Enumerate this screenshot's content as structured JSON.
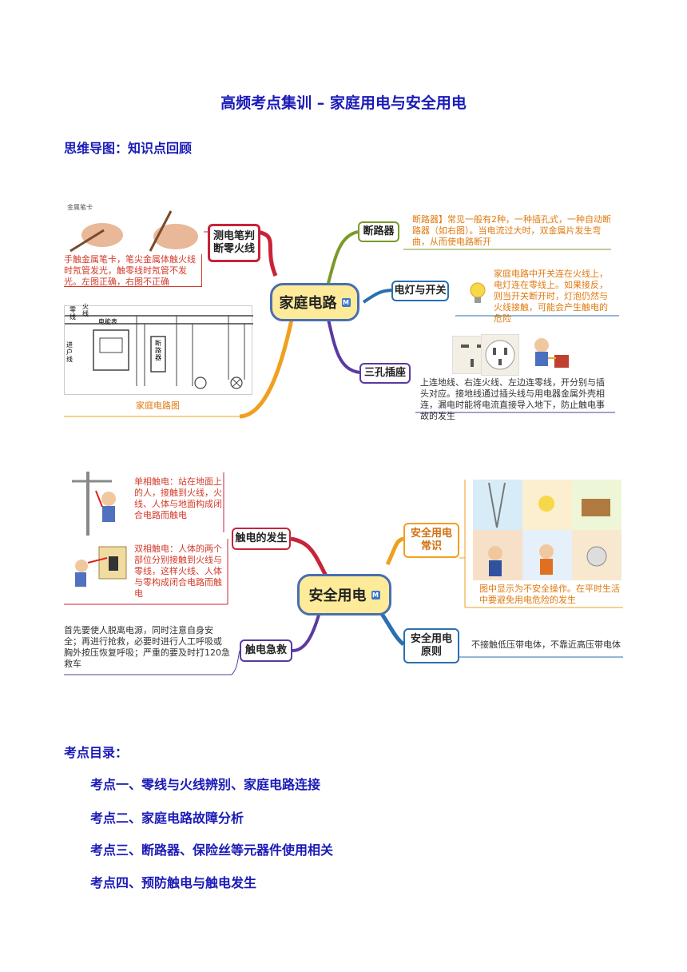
{
  "title": "高频考点集训 – 家庭用电与安全用电",
  "mindmap_heading": "思维导图：知识点回顾",
  "map1": {
    "center": "家庭电路",
    "badge": "M",
    "test_pen": {
      "label_line1": "测电笔判",
      "label_line2": "断零火线",
      "pen_caption": "金属笔卡",
      "note": "手触金属笔卡，笔尖金属体触火线时氖管发光，触零线时氖管不发光。左图正确，右图不正确"
    },
    "circuit": {
      "caption": "家庭电路图",
      "label_neutral": "零线",
      "label_live": "火线",
      "label_meter": "电能表",
      "label_inlet": "进户线",
      "label_breaker": "断路器"
    },
    "breaker": {
      "label": "断路器",
      "note": "断路器】常见一般有2种，一种插孔式，一种自动断路器（如右图）。当电流过大时，双金属片发生弯曲，从而使电路断开"
    },
    "lamp": {
      "label": "电灯与开关",
      "note": "家庭电路中开关连在火线上，电灯连在零线上。如果接反，则当开关断开时，灯泡仍然与火线接触，可能会产生触电的危险"
    },
    "socket": {
      "label": "三孔插座",
      "note": "上连地线、右连火线、左边连零线，开分别与插头对应。接地线通过插头线与用电器金属外壳相连，漏电时能将电流直接导入地下，防止触电事故的发生"
    }
  },
  "map2": {
    "center": "安全用电",
    "badge": "M",
    "shock": {
      "label": "触电的发生",
      "single": "单相触电：站在地面上的人，接触到火线，火线、人体与地面构成闭合电路而触电",
      "double": "双相触电：人体的两个部位分别接触到火线与零线，这样火线、人体与零构成闭合电路而触电"
    },
    "rescue": {
      "label": "触电急救",
      "note": "首先要使人脱离电源，同时注意自身安全；再进行抢救，必要时进行人工呼吸或胸外按压恢复呼吸；严重的要及时打120急救车"
    },
    "common": {
      "label_line1": "安全用电",
      "label_line2": "常识",
      "note": "图中显示为不安全操作。在平时生活中要避免用电危险的发生"
    },
    "principle": {
      "label_line1": "安全用电",
      "label_line2": "原则",
      "note": "不接触低压带电体，不靠近高压带电体"
    }
  },
  "toc_heading": "考点目录：",
  "toc": [
    "考点一、零线与火线辨别、家庭电路连接",
    "考点二、家庭电路故障分析",
    "考点三、断路器、保险丝等元器件使用相关",
    "考点四、预防触电与触电发生"
  ],
  "colors": {
    "heading_blue": "#1a1ab8",
    "branch_red": "#c8233a",
    "branch_green": "#7a9a2a",
    "branch_blue": "#2a6fb0",
    "branch_purple": "#5a3aa0",
    "branch_orange": "#f0a020",
    "center_fill": "#fdeb9a"
  }
}
